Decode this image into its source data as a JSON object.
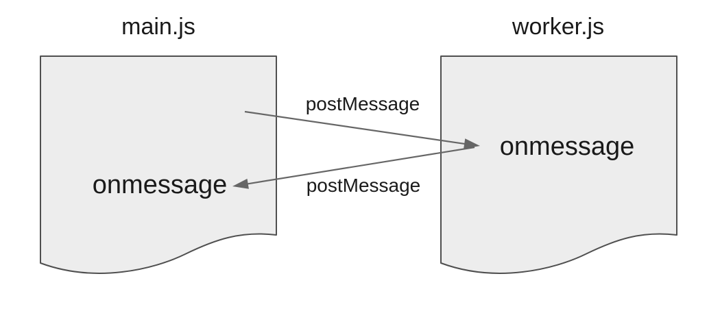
{
  "colors": {
    "page_bg": "#ffffff",
    "shape_fill": "#ededed",
    "shape_stroke": "#4f4f4f",
    "arrow": "#666666",
    "text": "#1a1a1a"
  },
  "diagram": {
    "type": "flow-diagram",
    "description": "Two document-shaped nodes exchanging messages",
    "nodes": [
      {
        "id": "main",
        "title": "main.js",
        "shape": "document",
        "handler_label": "onmessage"
      },
      {
        "id": "worker",
        "title": "worker.js",
        "shape": "document",
        "handler_label": "onmessage"
      }
    ],
    "edges": [
      {
        "from": "main",
        "to": "worker",
        "label": "postMessage",
        "direction": "left-to-right"
      },
      {
        "from": "worker",
        "to": "main",
        "label": "postMessage",
        "direction": "right-to-left"
      }
    ]
  }
}
